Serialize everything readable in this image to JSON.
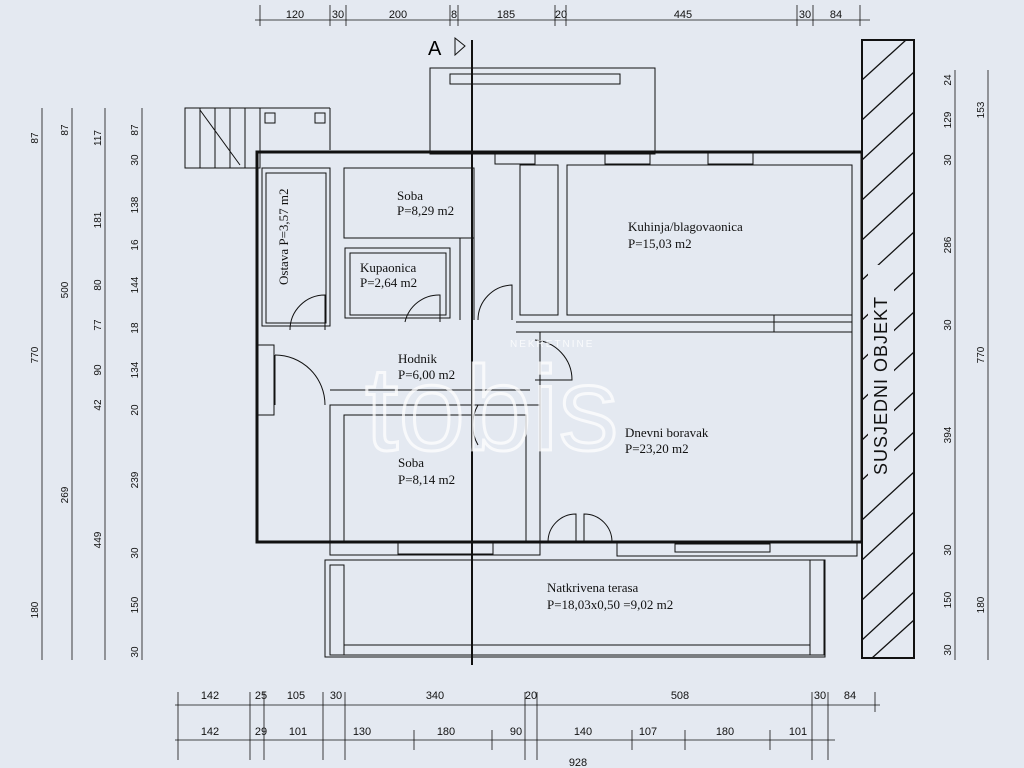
{
  "rooms": {
    "soba_top": {
      "name": "Soba",
      "area": "P=8,29 m2"
    },
    "kuhinja": {
      "name": "Kuhinja/blagovaonica",
      "area": "P=15,03 m2"
    },
    "kupaonica": {
      "name": "Kupaonica",
      "area": "P=2,64 m2"
    },
    "ostava": {
      "name": "Ostava P=3,57 m2"
    },
    "hodnik": {
      "name": "Hodnik",
      "area": "P=6,00 m2"
    },
    "boravak": {
      "name": "Dnevni boravak",
      "area": "P=23,20 m2"
    },
    "soba_bottom": {
      "name": "Soba",
      "area": "P=8,14 m2"
    },
    "terasa": {
      "name": "Natkrivena terasa",
      "area": "P=18,03x0,50 =9,02 m2"
    }
  },
  "neighbour_label": "SUSJEDNI OBJEKT",
  "section_marker": "A",
  "watermark": {
    "text": "tobis",
    "subtext": "NEKRETNINE"
  },
  "dims_top": [
    "120",
    "30",
    "200",
    "8",
    "185",
    "20",
    "445",
    "30",
    "84"
  ],
  "dims_bottom_1": [
    "142",
    "25",
    "105",
    "30",
    "340",
    "20",
    "508",
    "30",
    "84"
  ],
  "dims_bottom_2": [
    "142",
    "29",
    "101",
    "130",
    "180",
    "90",
    "140",
    "107",
    "180",
    "101"
  ],
  "dims_bottom_total": "928",
  "dims_left_outer": [
    "87",
    "500",
    "770",
    "180"
  ],
  "dims_left_mid": [
    "87",
    "181",
    "80",
    "77",
    "90",
    "42",
    "269"
  ],
  "dims_left_inner_a": [
    "117",
    "449"
  ],
  "dims_left_inner_b": [
    "87",
    "30",
    "138",
    "16",
    "144",
    "18",
    "134",
    "20",
    "239",
    "30",
    "150",
    "30"
  ],
  "dims_right_inner": [
    "24",
    "129",
    "30",
    "286",
    "30",
    "394",
    "30",
    "150",
    "30"
  ],
  "dims_right_outer": [
    "153",
    "770",
    "180"
  ]
}
